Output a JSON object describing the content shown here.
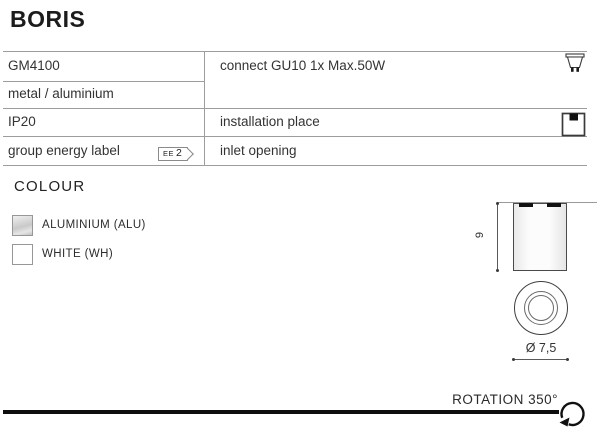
{
  "title": "BORIS",
  "spec_table": {
    "left_rows": [
      {
        "label": "GM4100"
      },
      {
        "label": "metal / aluminium"
      },
      {
        "label": "IP20"
      },
      {
        "label": "group energy label",
        "badge_prefix": "EE",
        "badge_value": "2"
      }
    ],
    "right_rows": [
      {
        "label": "connect GU10 1x Max.50W",
        "icon": "gu10-bulb-icon"
      },
      {
        "label": "installation place",
        "icon": "ceiling-mount-icon"
      },
      {
        "label": "inlet opening",
        "icon": ""
      }
    ]
  },
  "colour_section": {
    "heading": "COLOUR",
    "options": [
      {
        "label": "ALUMINIUM (ALU)",
        "swatch_color": "#d2d2d2"
      },
      {
        "label": "WHITE (WH)",
        "swatch_color": "#ffffff"
      }
    ]
  },
  "technical_drawing": {
    "height_dimension": "9",
    "diameter_dimension": "Ø 7,5"
  },
  "footer": {
    "rotation_label": "ROTATION 350°",
    "rotation_icon": "rotation-arrow-icon"
  },
  "colors": {
    "text": "#333333",
    "table_line": "#9d9d9d",
    "drawing_black": "#111111"
  }
}
